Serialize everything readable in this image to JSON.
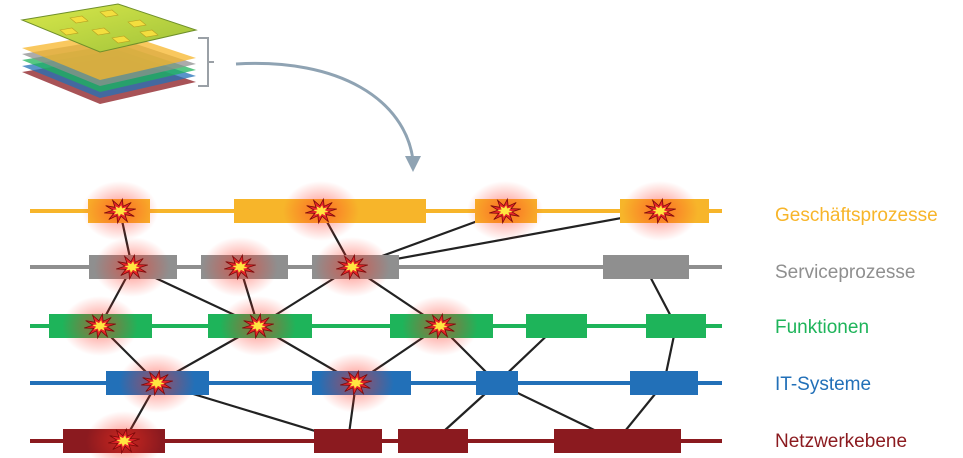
{
  "colors": {
    "geschaeft": "#f7b52a",
    "service": "#8f8f8f",
    "funktionen": "#1eb45a",
    "it": "#2270b8",
    "netzwerk": "#8b1a1f",
    "connector": "#222222",
    "arrow": "#8fa3b3",
    "bracket": "#9aa0a6",
    "burst_fill": "#e8252a",
    "burst_core": "#ffe640"
  },
  "icons": {
    "stack": "layered-stack-icon",
    "bracket": "bracket-icon",
    "arrow": "curved-arrow-icon",
    "burst": "explosion-burst-icon"
  },
  "layers": [
    {
      "id": "geschaeft",
      "label": "Geschäftsprozesse",
      "color": "#f7b52a"
    },
    {
      "id": "service",
      "label": "Serviceprozesse",
      "color": "#8f8f8f"
    },
    {
      "id": "funktionen",
      "label": "Funktionen",
      "color": "#1eb45a"
    },
    {
      "id": "it",
      "label": "IT-Systeme",
      "color": "#2270b8"
    },
    {
      "id": "netzwerk",
      "label": "Netzwerkebene",
      "color": "#8b1a1f"
    }
  ]
}
